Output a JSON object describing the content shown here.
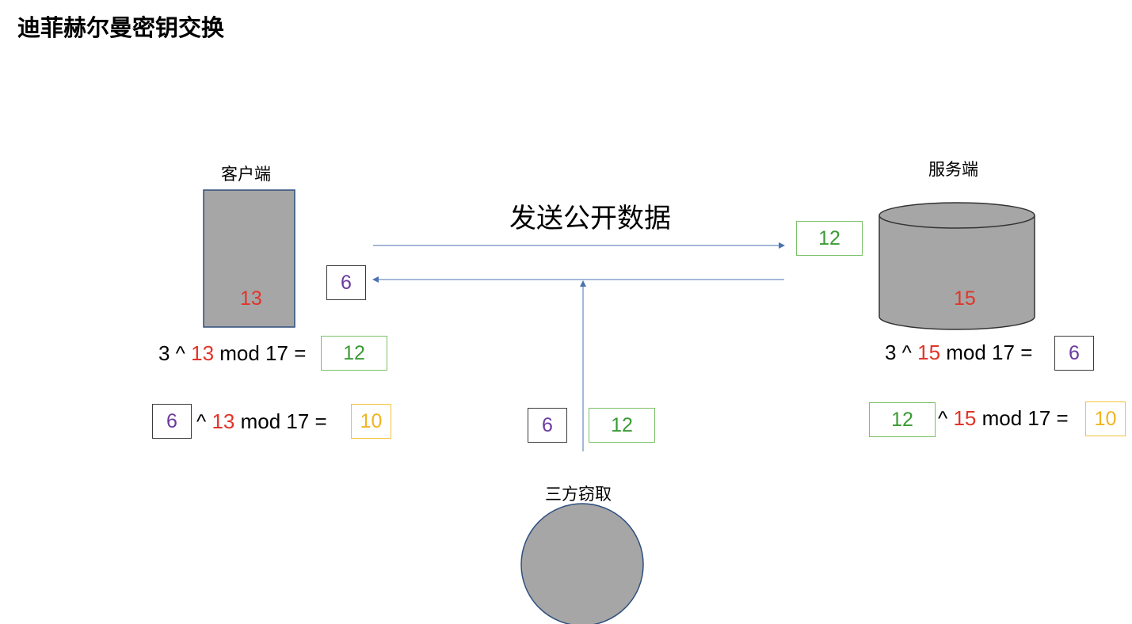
{
  "title": "迪菲赫尔曼密钥交换",
  "client": {
    "label": "客户端",
    "secret": "13"
  },
  "server": {
    "label": "服务端",
    "secret": "15"
  },
  "eavesdropper": {
    "label": "三方窃取"
  },
  "public_channel_label": "发送公开数据",
  "transmitted": {
    "to_server": "12",
    "to_client": "6"
  },
  "intercepted": {
    "value_a": "6",
    "value_b": "12"
  },
  "client_eq1": {
    "prefix": "3 ^ ",
    "exp": "13",
    "suffix": " mod 17 = ",
    "result": "12"
  },
  "client_eq2": {
    "base": "6",
    "mid": " ^ ",
    "exp": "13",
    "suffix": " mod 17 = ",
    "result": "10"
  },
  "server_eq1": {
    "prefix": "3 ^ ",
    "exp": "15",
    "suffix": " mod 17 = ",
    "result": "6"
  },
  "server_eq2": {
    "base": "12",
    "mid": " ^ ",
    "exp": "15",
    "suffix": " mod 17 = ",
    "result": "10"
  },
  "colors": {
    "shape_fill": "#a6a6a6",
    "shape_stroke": "#2f4f7f",
    "arrow": "#4a72b0",
    "secret": "#e2342a",
    "public_green": "#3a9b35",
    "public_purple": "#6a3aa0",
    "shared_yellow": "#f0b41e"
  }
}
